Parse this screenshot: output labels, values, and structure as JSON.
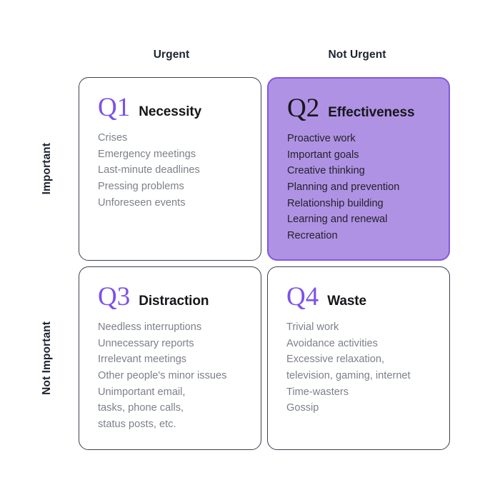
{
  "colors": {
    "accent_purple": "#7c52e8",
    "highlight_fill": "#b092e4",
    "highlight_border": "#8258dd",
    "card_border": "#3b404b",
    "heading_text": "#1d2330",
    "list_text": "#7c8189"
  },
  "axis": {
    "columns": [
      {
        "label": "Urgent"
      },
      {
        "label": "Not Urgent"
      }
    ],
    "rows": [
      {
        "label": "Important"
      },
      {
        "label": "Not Important"
      }
    ]
  },
  "quadrants": [
    {
      "tag": "Q1",
      "title": "Necessity",
      "highlighted": false,
      "items": [
        "Crises",
        "Emergency meetings",
        "Last-minute deadlines",
        "Pressing problems",
        "Unforeseen events"
      ]
    },
    {
      "tag": "Q2",
      "title": "Effectiveness",
      "highlighted": true,
      "items": [
        "Proactive work",
        "Important goals",
        "Creative thinking",
        "Planning and prevention",
        "Relationship building",
        "Learning and renewal",
        "Recreation"
      ]
    },
    {
      "tag": "Q3",
      "title": "Distraction",
      "highlighted": false,
      "items": [
        "Needless interruptions",
        "Unnecessary reports",
        "Irrelevant meetings",
        "Other people's minor issues",
        "Unimportant email,\ntasks, phone calls,\nstatus posts, etc."
      ]
    },
    {
      "tag": "Q4",
      "title": "Waste",
      "highlighted": false,
      "items": [
        "Trivial work",
        "Avoidance activities",
        "Excessive relaxation,\ntelevision, gaming, internet",
        "Time-wasters",
        "Gossip"
      ]
    }
  ]
}
